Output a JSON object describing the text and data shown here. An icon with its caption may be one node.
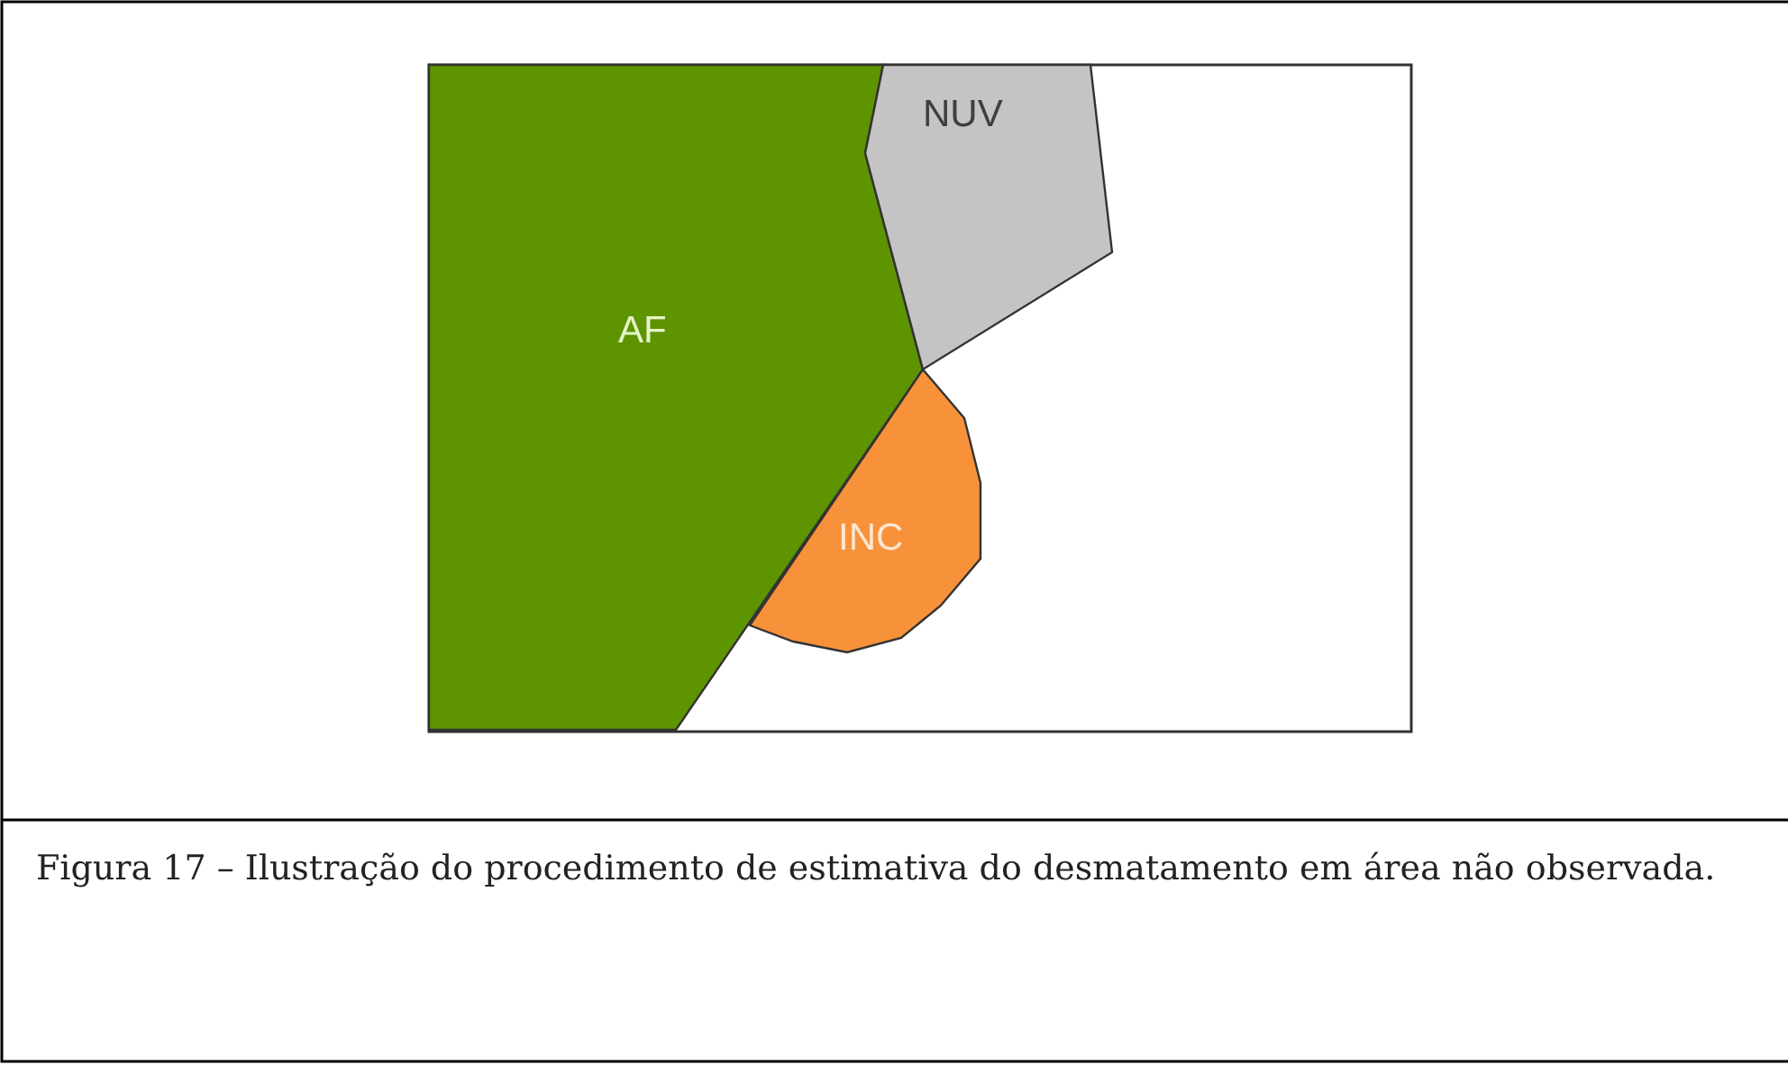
{
  "diagram": {
    "caption": "Figura 17 – Ilustração do procedimento de estimativa do desmatamento em área não observada.",
    "nodes": [
      {
        "text": [
          "AF"
        ]
      },
      {
        "text": [
          "NUV"
        ]
      },
      {
        "text": [
          "INC"
        ]
      }
    ]
  }
}
